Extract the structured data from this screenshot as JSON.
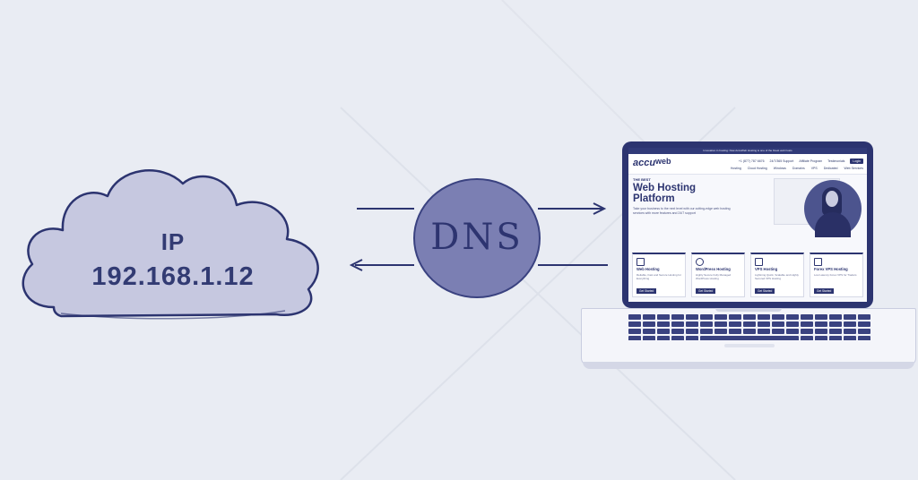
{
  "cloud": {
    "ip_label": "IP",
    "ip_address": "192.168.1.12"
  },
  "dns": {
    "label": "DNS"
  },
  "laptop": {
    "topbar_text": "Innovation in hosting: Now AccuWeb Hosting is one of the finest web hosts",
    "logo_text": "accu",
    "logo_mark": "web",
    "header_links": [
      "+1 (877) 787 6676",
      "24/7/365 Support",
      "Affiliate Program",
      "Testimonials"
    ],
    "login_label": "Login",
    "nav_items": [
      "Hosting",
      "Cloud Hosting",
      "Windows",
      "Domains",
      "VPS",
      "Dedicated",
      "Web Services"
    ],
    "hero": {
      "small_title": "THE BEST",
      "title": "Web Hosting Platform",
      "description": "Take your business to the next level with our cutting-edge web hosting services with more features and 24/7 support"
    },
    "cards": [
      {
        "title": "Web Hosting",
        "desc": "Reliable, Fast and Secure Hosting for Everything",
        "button": "Get Started"
      },
      {
        "title": "WordPress Hosting",
        "desc": "Highly Secure Fully Managed WordPress Hosting",
        "button": "Get Started"
      },
      {
        "title": "VPS Hosting",
        "desc": "Lightning Quick, Scalable and Highly Secured VPS Hosting",
        "button": "Get Started"
      },
      {
        "title": "Forex VPS Hosting",
        "desc": "Low Latency Forex VPS for Traders",
        "button": "Get Started"
      }
    ]
  },
  "colors": {
    "background": "#e9ecf3",
    "accent": "#2c3470",
    "cloud_fill": "#c6c8e0",
    "dns_fill": "#7b7fb3"
  }
}
